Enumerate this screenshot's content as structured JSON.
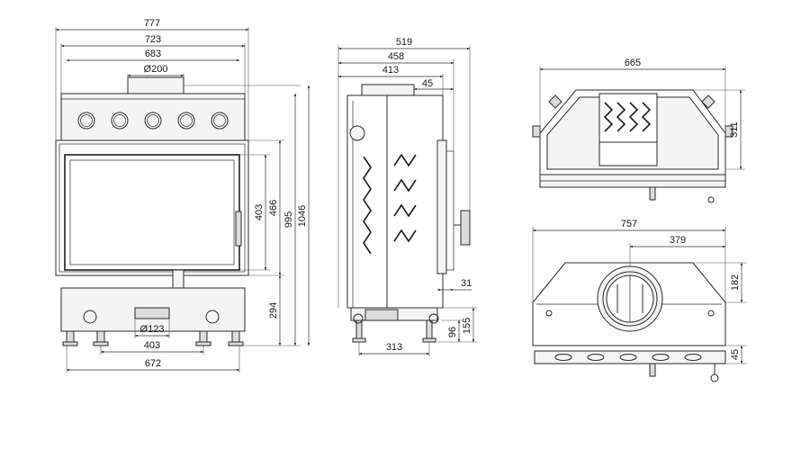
{
  "front_view": {
    "overall_width": "777",
    "width_2": "723",
    "width_3": "683",
    "flue_diameter": "Ø200",
    "glass_height": "403",
    "height_466": "466",
    "height_995": "995",
    "total_height": "1046",
    "base_height": "294",
    "inlet_diameter": "Ø123",
    "legs_distance": "403",
    "base_width": "672"
  },
  "side_view": {
    "depth_total": "519",
    "depth_2": "458",
    "depth_3": "413",
    "offset_45": "45",
    "offset_31": "31",
    "leg_height_96": "96",
    "height_155": "155",
    "base_depth": "313"
  },
  "top_view": {
    "width": "665",
    "height": "311"
  },
  "bottom_view": {
    "width": "757",
    "half_width": "379",
    "depth": "182",
    "front_height": "45"
  }
}
